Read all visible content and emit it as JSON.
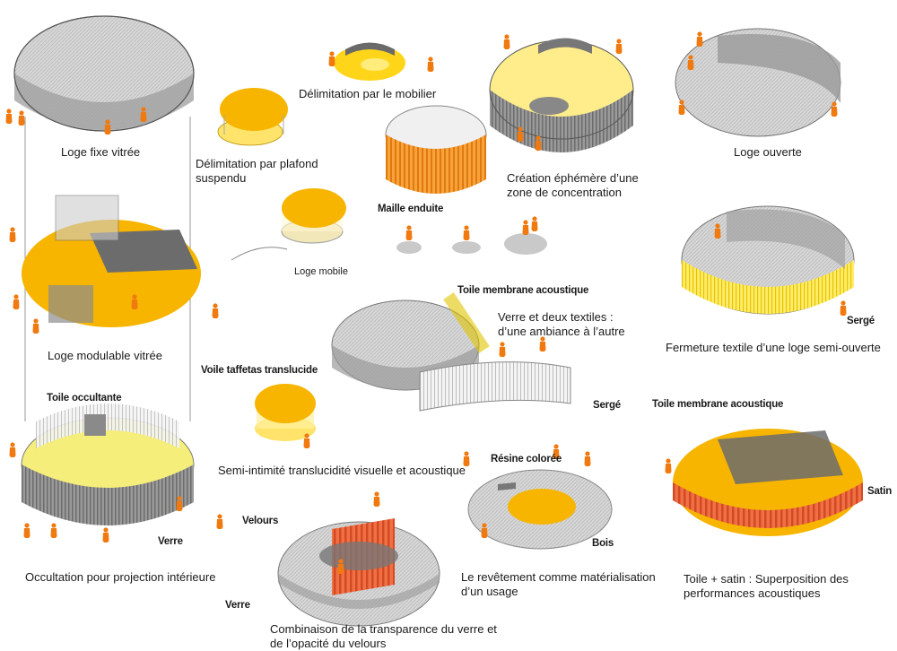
{
  "captions": {
    "loge_fixe": "Loge fixe vitrée",
    "delimitation_mobilier": "Délimitation par le mobilier",
    "delimitation_plafond": "Délimitation par plafond suspendu",
    "creation_ephemere": "Création éphémère d’une zone de concentration",
    "loge_ouverte": "Loge ouverte",
    "loge_mobile": "Loge mobile",
    "loge_modulable": "Loge modulable vitrée",
    "verre_textiles": "Verre et deux textiles : d’une ambiance à l’autre",
    "fermeture_textile": "Fermeture textile d’une loge semi-ouverte",
    "semi_intimite": "Semi-intimité  translucidité visuelle et acoustique",
    "occultation": "Occultation pour projection intérieure",
    "revetement": "Le revêtement comme matérialisation d’un usage",
    "toile_satin": "Toile + satin : Superposition des performances acoustiques",
    "combinaison": "Combinaison de la transparence du verre et de l’opacité du velours"
  },
  "labels": {
    "maille_enduite": "Maille enduite",
    "toile_membrane_1": "Toile membrane acoustique",
    "serge_1": "Sergé",
    "serge_2": "Sergé",
    "voile_taffetas": "Voile taffetas translucide",
    "toile_occultante": "Toile occultante",
    "verre_1": "Verre",
    "velours": "Velours",
    "verre_2": "Verre",
    "resine_coloree": "Résine colorée",
    "bois": "Bois",
    "toile_membrane_2": "Toile membrane acoustique",
    "satin": "Satin"
  },
  "colors": {
    "orange": "#f28a1e",
    "yellow": "#ffe14a",
    "gold": "#f7b500",
    "grey_floor": "#d8d8d8",
    "grey_wall": "#8a8a8a",
    "grey_dark": "#5c5c5c",
    "red_velvet": "#e8623a"
  }
}
